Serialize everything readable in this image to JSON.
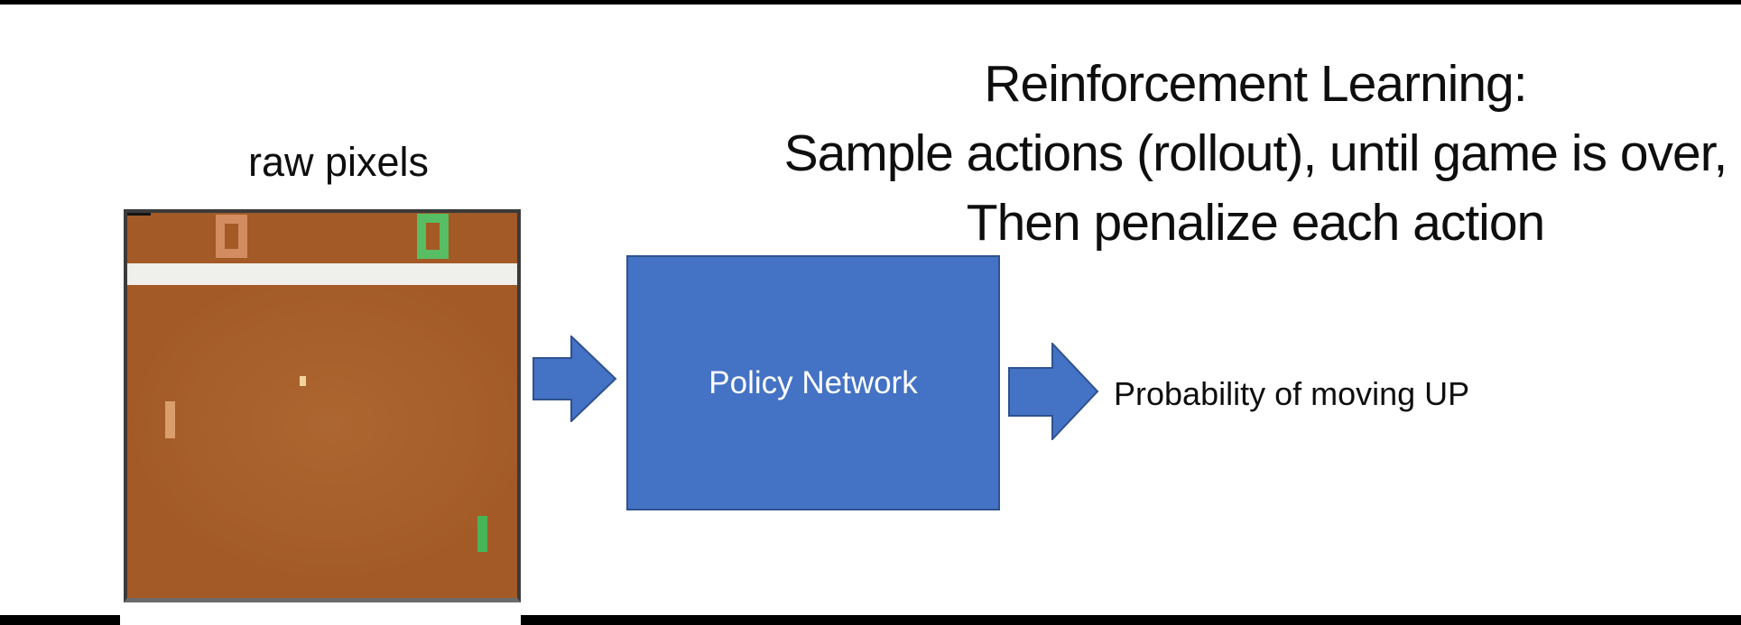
{
  "slide": {
    "title_lines": [
      "Reinforcement Learning:",
      "Sample actions (rollout), until game is over,",
      "Then penalize each action"
    ],
    "raw_pixels_label": "raw pixels",
    "policy_box_label": "Policy Network",
    "output_label": "Probability of moving UP"
  },
  "game_screen": {
    "left_score": "0",
    "right_score": "0",
    "elements": [
      "left-score",
      "right-score",
      "center-band",
      "ball",
      "left-paddle",
      "right-paddle"
    ]
  },
  "icons": [
    "flow-arrow-left-icon",
    "flow-arrow-right-icon"
  ],
  "colors": {
    "accent_blue": "#4472C4",
    "accent_blue_border": "#2F528F",
    "field_brown": "#A35A27",
    "field_brown_light": "#AD6630",
    "white_band": "#EFEFEC",
    "score_orange": "#D18D5F",
    "score_green": "#58BE63",
    "paddle_tan": "#D99E6B",
    "paddle_green": "#47B556",
    "ball_cream": "#F2D39E",
    "bar_black": "#000000"
  }
}
